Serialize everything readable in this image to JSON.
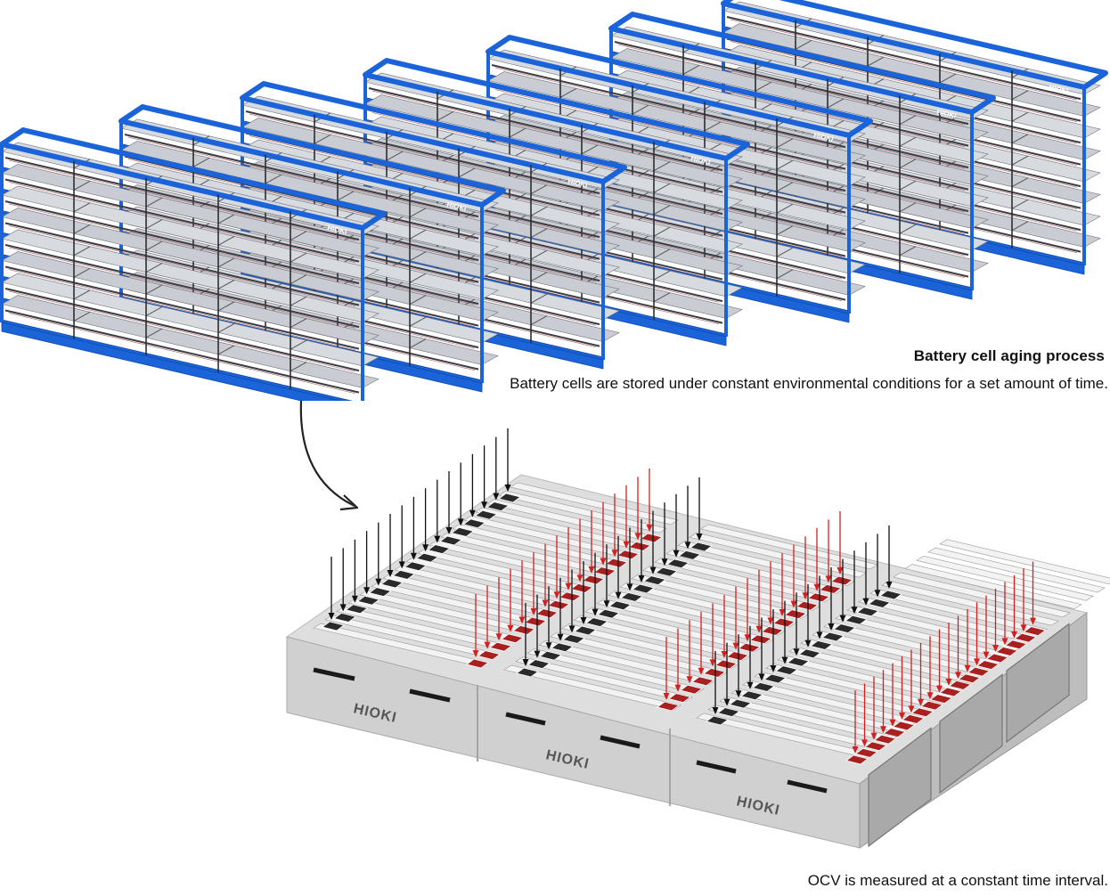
{
  "aging": {
    "title": "Battery cell aging process",
    "description": "Battery cells are stored under constant environmental conditions for a set amount of time."
  },
  "measurement": {
    "description": "OCV is measured at a constant time interval."
  },
  "brand": {
    "logo_text": "HIOKI"
  },
  "colors": {
    "rack_blue": "#1a63d8",
    "rack_blue_dark": "#0f4aa8",
    "probe_black": "#111111",
    "probe_red": "#d42020",
    "unit_gray": "#cfcfcf"
  }
}
